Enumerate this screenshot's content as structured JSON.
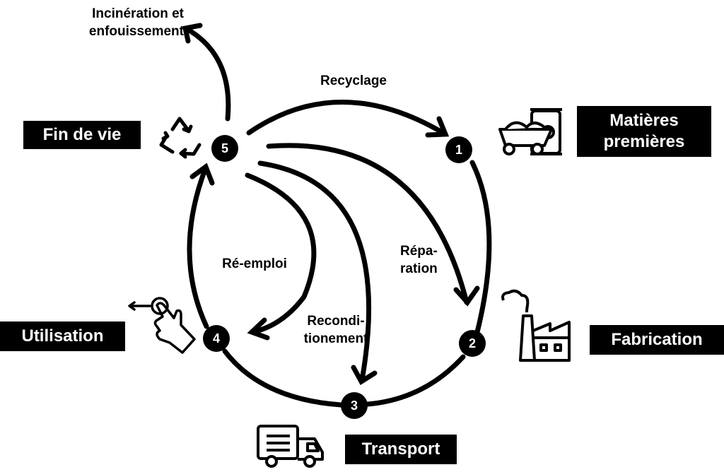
{
  "diagram": {
    "type": "lifecycle-cycle",
    "stages": [
      {
        "number": "1",
        "label": "Matières\npremières",
        "icon": "ore-cart-and-sack-icon"
      },
      {
        "number": "2",
        "label": "Fabrication",
        "icon": "factory-icon"
      },
      {
        "number": "3",
        "label": "Transport",
        "icon": "delivery-truck-icon"
      },
      {
        "number": "4",
        "label": "Utilisation",
        "icon": "hand-swipe-icon"
      },
      {
        "number": "5",
        "label": "Fin de vie",
        "icon": "recycle-icon"
      }
    ],
    "flows": [
      {
        "from": "5",
        "to": "1",
        "label": "Recyclage"
      },
      {
        "from": "5",
        "to": "2",
        "label": "Répa-\nration"
      },
      {
        "from": "5",
        "to": "3",
        "label": "Recondi-\ntionement"
      },
      {
        "from": "5",
        "to": "4",
        "label": "Ré-emploi"
      },
      {
        "from": "5",
        "to": "exit",
        "label": "Incinération et\nenfouissement"
      }
    ]
  }
}
